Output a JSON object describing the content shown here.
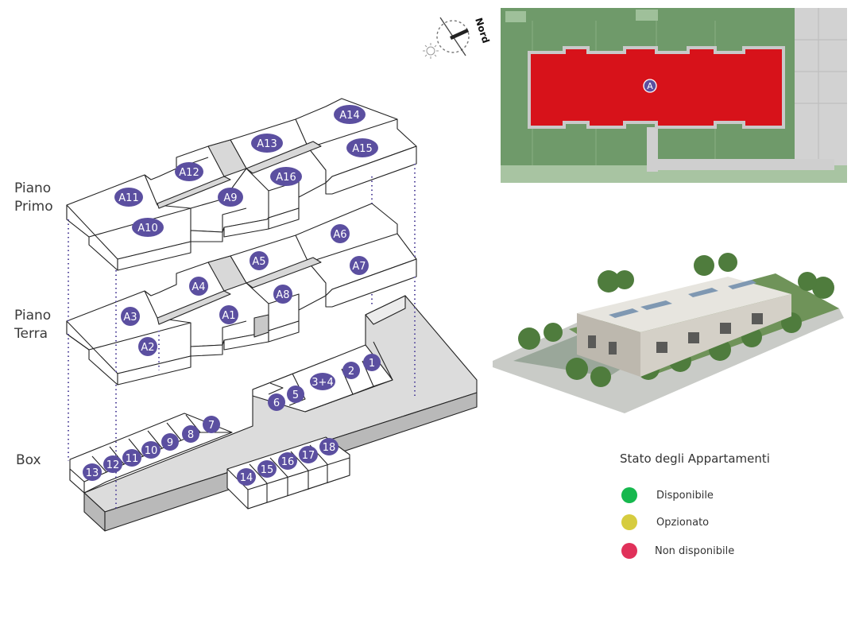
{
  "levels": {
    "piano_primo_line1": "Piano",
    "piano_primo_line2": "Primo",
    "piano_terra_line1": "Piano",
    "piano_terra_line2": "Terra",
    "box": "Box"
  },
  "units": {
    "primo": [
      "A9",
      "A10",
      "A11",
      "A12",
      "A13",
      "A14",
      "A15",
      "A16"
    ],
    "terra": [
      "A1",
      "A2",
      "A3",
      "A4",
      "A5",
      "A6",
      "A7",
      "A8"
    ],
    "box": [
      "1",
      "2",
      "3+4",
      "5",
      "6",
      "7",
      "8",
      "9",
      "10",
      "11",
      "12",
      "13",
      "14",
      "15",
      "16",
      "17",
      "18"
    ]
  },
  "compass": {
    "label": "Nord"
  },
  "siteplan": {
    "building_label": "A",
    "building_color": "#d7121a"
  },
  "colors": {
    "unit_badge": "#5b4fa0",
    "floor_path": "#d8d8d8",
    "plan_grass": "#6f9a6a"
  },
  "legend": {
    "title": "Stato degli Appartamenti",
    "items": [
      {
        "label": "Disponibile",
        "color": "#16b84e"
      },
      {
        "label": "Opzionato",
        "color": "#d6cc3f"
      },
      {
        "label": "Non disponibile",
        "color": "#e0315a"
      }
    ]
  }
}
